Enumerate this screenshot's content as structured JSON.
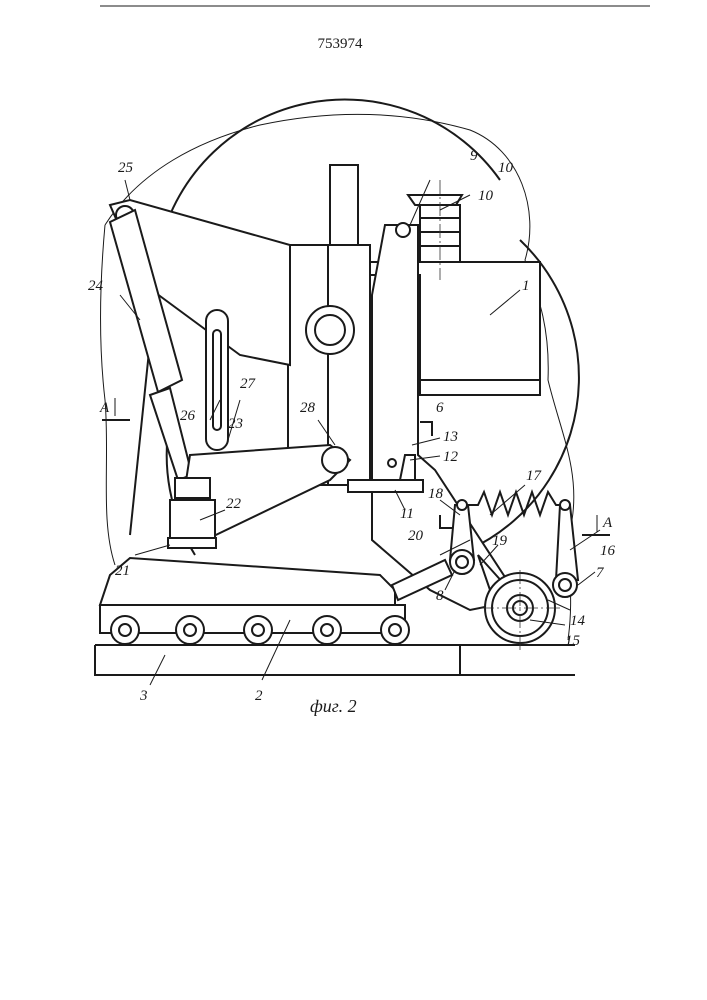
{
  "patent_number": "753974",
  "caption": "фиг. 2",
  "section_marker": "A",
  "labels": {
    "l1": "1",
    "l2": "2",
    "l3": "3",
    "l6": "6",
    "l7": "7",
    "l8": "8",
    "l9": "9",
    "l10a": "10",
    "l10b": "10",
    "l11": "11",
    "l12": "12",
    "l13": "13",
    "l14": "14",
    "l15": "15",
    "l16": "16",
    "l17": "17",
    "l18": "18",
    "l19": "19",
    "l20": "20",
    "l21": "21",
    "l22": "22",
    "l23": "23",
    "l24": "24",
    "l25": "25",
    "l26": "26",
    "l27": "27",
    "l28": "28"
  }
}
